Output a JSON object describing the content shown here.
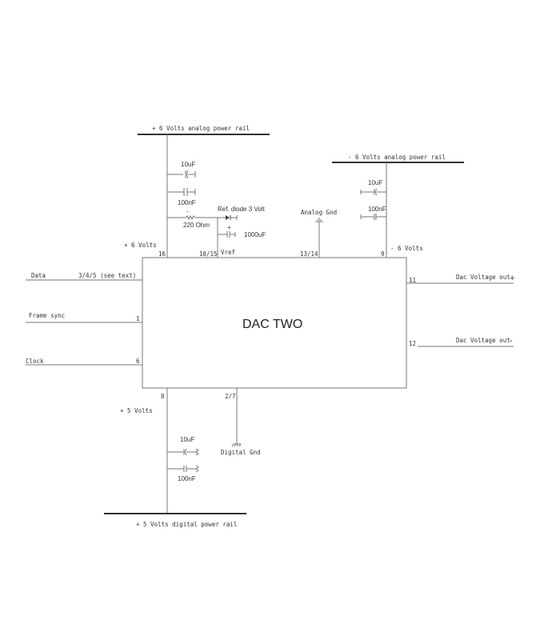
{
  "chip": {
    "name": "DAC TWO"
  },
  "rails": {
    "pos6_analog": "+ 6 Volts analog power rail",
    "neg6_analog": "- 6 Volts analog power rail",
    "pos5_digital": "+ 5 Volts digital power rail"
  },
  "supply_labels": {
    "pos6": "+ 6 Volts",
    "neg6": "- 6 Volts",
    "pos5": "+ 5 Volts"
  },
  "components": {
    "c_10uF_top": "10uF",
    "c_100nF_top": "100nF",
    "resistor": "220 Ohm",
    "diode": "Ref. diode 3 Volt",
    "c_1000uF": "1000uF",
    "vref": "Vref",
    "c_10uF_right": "10uF",
    "c_100nF_right": "100nF",
    "analog_gnd": "Analog Gnd",
    "c_10uF_bottom": "10uF",
    "c_100nF_bottom": "100nF",
    "digital_gnd": "Digital Gnd",
    "plus_sign": "+"
  },
  "pins": {
    "p16": "16",
    "p10_15": "10/15",
    "p13_14": "13/14",
    "p9": "9",
    "p3_4_5": "3/4/5  (see text)",
    "p1": "1",
    "p6": "6",
    "p11": "11",
    "p12": "12",
    "p8": "8",
    "p2_7": "2/7"
  },
  "signals": {
    "data": "Data",
    "frame_sync": "Frame sync",
    "clock": "Clock",
    "out_pos": "Dac Voltage out",
    "out_neg": "Dac Voltage out",
    "out_pos_sign": "+",
    "out_neg_sign": "-"
  }
}
